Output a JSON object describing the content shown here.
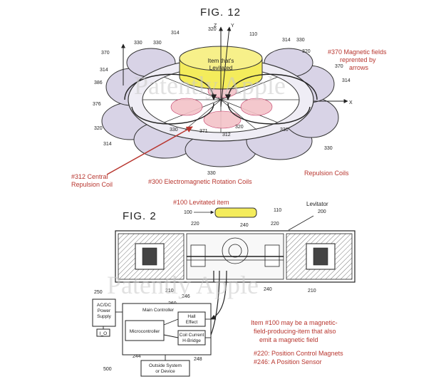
{
  "fig12": {
    "title": "FIG. 12",
    "item_text": [
      "Item that's",
      "Levitated"
    ],
    "axes": {
      "z": "Z",
      "y": "Y",
      "x": "X"
    },
    "refs": {
      "r314_top": "314",
      "r320_top": "320",
      "r110": "110",
      "r314_tr": "314",
      "r330_tr": "330",
      "r320_r": "320",
      "r370_r": "370",
      "r314_r": "314",
      "r370_l": "370",
      "r330_tl": "330",
      "r330_l2": "330",
      "r314_l": "314",
      "r386": "386",
      "r376": "376",
      "r320_l": "320",
      "r330_l3": "330",
      "r314_bl": "314",
      "r371": "371",
      "r312": "312",
      "r320_c": "320",
      "r330_b": "330",
      "r330_br": "330",
      "r330_bottom": "330"
    },
    "annotations": {
      "magnetic": [
        "#370 Magnetic fields",
        "reprented by",
        "arrows"
      ],
      "central": [
        "#312 Central",
        "Repulsion Coil"
      ],
      "rotation": "#300 Electromagnetic Rotation Coils",
      "repulsion": "Repulsion Coils"
    }
  },
  "fig2": {
    "title": "FIG. 2",
    "levitated": "#100 Levitated item",
    "levitator": [
      "Levitator",
      "200"
    ],
    "refs": {
      "r100": "100",
      "r110": "110",
      "r220_l": "220",
      "r240": "240",
      "r220_r": "220",
      "r210_l": "210",
      "r240_b": "240",
      "r210_r": "210",
      "r250": "250",
      "r246": "246",
      "r260": "260",
      "r244": "244",
      "r248": "248",
      "r500": "500"
    },
    "blocks": {
      "power": [
        "AC/DC",
        "Power",
        "Supply"
      ],
      "power_io": "I_O",
      "main": "Main Controller",
      "micro": "Microcontroller",
      "hall": [
        "Hall",
        "Effect"
      ],
      "coil": [
        "Coil Current",
        "H-Bridge"
      ],
      "outside": [
        "Outside System",
        "or Device"
      ]
    },
    "annotations": {
      "item100": [
        "Item #100 may be a magnetic-",
        "field-producing-item that also",
        "emit a magnetic field"
      ],
      "r220": "#220: Position Control Magnets",
      "r246": "#246: A Position Sensor"
    }
  },
  "watermark": "Patently Apple",
  "colors": {
    "accent_red": "#b8362f",
    "yellow": "#f4ec5c",
    "pink": "#f3c3c8",
    "lavender": "#d8d3e6"
  }
}
